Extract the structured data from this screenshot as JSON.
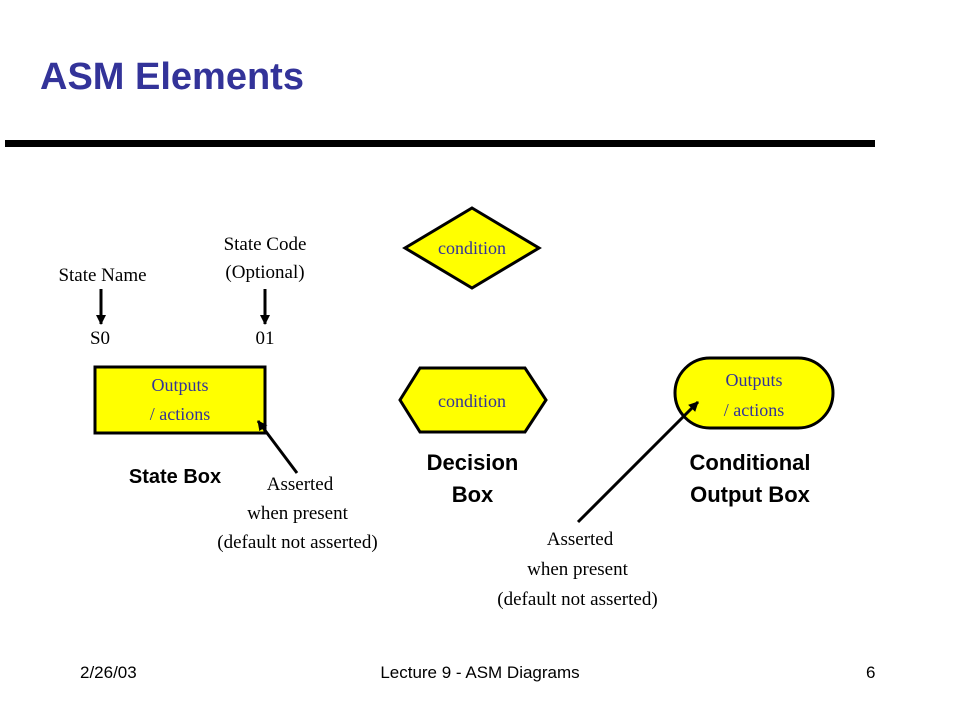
{
  "slide": {
    "title": "ASM Elements",
    "footer_date": "2/26/03",
    "footer_center": "Lecture 9 - ASM Diagrams",
    "footer_page": "6"
  },
  "colors": {
    "title": "#333399",
    "box_fill": "#FFFF00",
    "box_label": "#333399",
    "stroke": "#000000"
  },
  "state_box": {
    "state_name_label": "State Name",
    "state_code_label_line1": "State Code",
    "state_code_label_line2": "(Optional)",
    "state_name": "S0",
    "state_code": "01",
    "outputs_line1": "Outputs",
    "outputs_line2": "/ actions",
    "caption": "State Box",
    "asserted_line1": "Asserted",
    "asserted_line2": "when present",
    "asserted_line3": "(default not asserted)"
  },
  "decision_box": {
    "diamond_label": "condition",
    "hexagon_label": "condition",
    "caption_line1": "Decision",
    "caption_line2": "Box"
  },
  "conditional_output_box": {
    "outputs_line1": "Outputs",
    "outputs_line2": "/ actions",
    "caption_line1": "Conditional",
    "caption_line2": "Output Box",
    "asserted_line1": "Asserted",
    "asserted_line2": "when present",
    "asserted_line3": "(default not asserted)"
  }
}
